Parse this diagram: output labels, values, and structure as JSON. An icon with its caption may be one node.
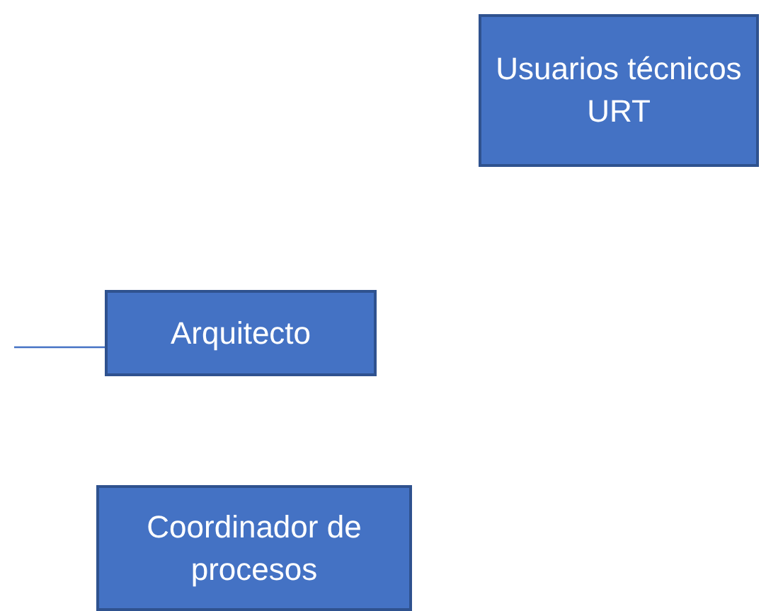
{
  "diagram": {
    "nodes": [
      {
        "text": [
          "Usuarios técnicos URT"
        ]
      },
      {
        "text": [
          "Arquitecto"
        ]
      },
      {
        "text": [
          "Coordinador de procesos"
        ]
      }
    ],
    "edges": [
      {
        "from": null,
        "to": 1,
        "arrow": "none"
      }
    ]
  }
}
